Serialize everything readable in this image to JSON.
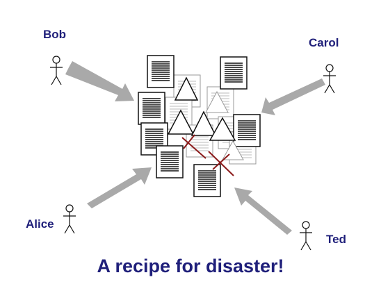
{
  "people": [
    {
      "id": "bob",
      "name": "Bob"
    },
    {
      "id": "carol",
      "name": "Carol"
    },
    {
      "id": "alice",
      "name": "Alice"
    },
    {
      "id": "ted",
      "name": "Ted"
    }
  ],
  "caption": "A recipe for disaster!",
  "colors": {
    "text": "#1f1f7a",
    "arrow": "#a9a9a9",
    "cross": "#8b1a1a",
    "ink": "#111111"
  },
  "icons": [
    "stick-figure-icon",
    "document-icon",
    "triangle-icon",
    "cross-icon",
    "arrow-icon"
  ]
}
